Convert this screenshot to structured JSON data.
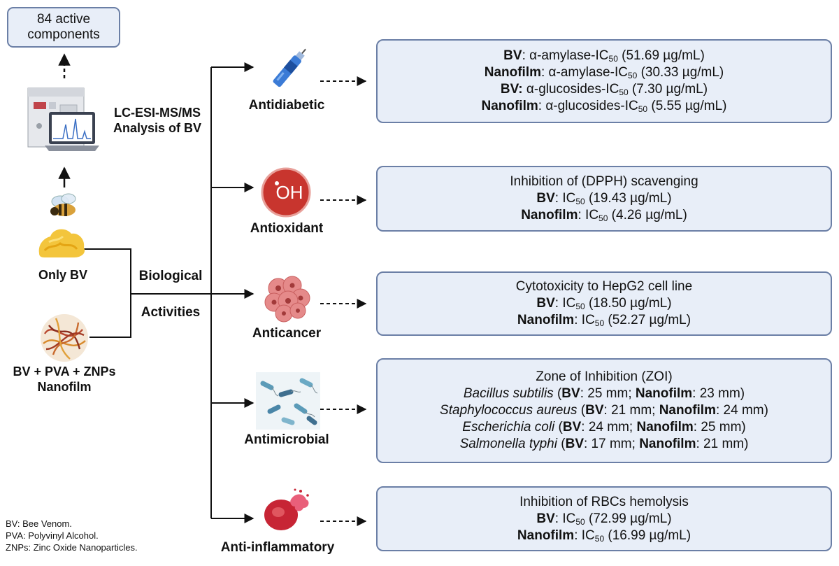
{
  "components_box": "84 active components",
  "analysis_label": "LC-ESI-MS/MS Analysis of BV",
  "samples": {
    "only_bv": "Only BV",
    "nanofilm_line1": "BV + PVA + ZNPs",
    "nanofilm_line2": "Nanofilm"
  },
  "branch_label": {
    "line1": "Biological",
    "line2": "Activities"
  },
  "activities": [
    {
      "label": "Antidiabetic",
      "icon": "insulin-pen-icon",
      "lines": [
        [
          {
            "t": "BV",
            "s": "b"
          },
          {
            "t": ": α-amylase-IC"
          },
          {
            "t": "50",
            "s": "sub"
          },
          {
            "t": " (51.69 µg/mL)"
          }
        ],
        [
          {
            "t": "Nanofilm",
            "s": "b"
          },
          {
            "t": ": α-amylase-IC"
          },
          {
            "t": "50",
            "s": "sub"
          },
          {
            "t": " (30.33 µg/mL)"
          }
        ],
        [
          {
            "t": "BV:",
            "s": "b"
          },
          {
            "t": " α-glucosides-IC"
          },
          {
            "t": "50",
            "s": "sub"
          },
          {
            "t": " (7.30 µg/mL)"
          }
        ],
        [
          {
            "t": "Nanofilm",
            "s": "b"
          },
          {
            "t": ": α-glucosides-IC"
          },
          {
            "t": "50",
            "s": "sub"
          },
          {
            "t": " (5.55 µg/mL)"
          }
        ]
      ]
    },
    {
      "label": "Antioxidant",
      "icon": "hydroxyl-radical-icon",
      "icon_text": "OH",
      "lines": [
        [
          {
            "t": "Inhibition of (DPPH) scavenging"
          }
        ],
        [
          {
            "t": "BV",
            "s": "b"
          },
          {
            "t": ": IC"
          },
          {
            "t": "50",
            "s": "sub"
          },
          {
            "t": " (19.43 µg/mL)"
          }
        ],
        [
          {
            "t": "Nanofilm",
            "s": "b"
          },
          {
            "t": ": IC"
          },
          {
            "t": "50",
            "s": "sub"
          },
          {
            "t": " (4.26 µg/mL)"
          }
        ]
      ]
    },
    {
      "label": "Anticancer",
      "icon": "cancer-cell-cluster-icon",
      "lines": [
        [
          {
            "t": "Cytotoxicity to HepG2 cell line"
          }
        ],
        [
          {
            "t": "BV",
            "s": "b"
          },
          {
            "t": ": IC"
          },
          {
            "t": "50",
            "s": "sub"
          },
          {
            "t": " (18.50 µg/mL)"
          }
        ],
        [
          {
            "t": "Nanofilm",
            "s": "b"
          },
          {
            "t": ": IC"
          },
          {
            "t": "50",
            "s": "sub"
          },
          {
            "t": " (52.27 µg/mL)"
          }
        ]
      ]
    },
    {
      "label": "Antimicrobial",
      "icon": "bacteria-icon",
      "lines": [
        [
          {
            "t": "Zone of Inhibition (ZOI)"
          }
        ],
        [
          {
            "t": "Bacillus subtilis",
            "s": "i"
          },
          {
            "t": " ("
          },
          {
            "t": "BV",
            "s": "b"
          },
          {
            "t": ": 25 mm; "
          },
          {
            "t": "Nanofilm",
            "s": "b"
          },
          {
            "t": ": 23 mm)"
          }
        ],
        [
          {
            "t": "Staphylococcus aureus",
            "s": "i"
          },
          {
            "t": " ("
          },
          {
            "t": "BV",
            "s": "b"
          },
          {
            "t": ": 21 mm; "
          },
          {
            "t": "Nanofilm",
            "s": "b"
          },
          {
            "t": ": 24 mm)"
          }
        ],
        [
          {
            "t": "Escherichia coli",
            "s": "i"
          },
          {
            "t": " ("
          },
          {
            "t": "BV",
            "s": "b"
          },
          {
            "t": ": 24 mm; "
          },
          {
            "t": "Nanofilm",
            "s": "b"
          },
          {
            "t": ": 25 mm)"
          }
        ],
        [
          {
            "t": "Salmonella typhi",
            "s": "i"
          },
          {
            "t": " ("
          },
          {
            "t": "BV",
            "s": "b"
          },
          {
            "t": ": 17 mm; "
          },
          {
            "t": "Nanofilm",
            "s": "b"
          },
          {
            "t": ": 21 mm)"
          }
        ]
      ]
    },
    {
      "label": "Anti-inflammatory",
      "icon": "red-blood-cell-icon",
      "lines": [
        [
          {
            "t": "Inhibition of RBCs hemolysis"
          }
        ],
        [
          {
            "t": "BV",
            "s": "b"
          },
          {
            "t": ": IC"
          },
          {
            "t": "50",
            "s": "sub"
          },
          {
            "t": " (72.99 µg/mL)"
          }
        ],
        [
          {
            "t": "Nanofilm",
            "s": "b"
          },
          {
            "t": ": IC"
          },
          {
            "t": "50",
            "s": "sub"
          },
          {
            "t": " (16.99 µg/mL)"
          }
        ]
      ]
    }
  ],
  "footnotes": [
    "BV: Bee Venom.",
    "PVA: Polyvinyl Alcohol.",
    "ZNPs: Zinc Oxide Nanoparticles."
  ],
  "icons": [
    "instrument-icon",
    "laptop-chromatogram-icon",
    "bee-icon",
    "bee-venom-powder-icon",
    "nanofilm-fiber-icon"
  ],
  "colors": {
    "box_fill": "#e8eef8",
    "box_border": "#6b7fa6",
    "antioxidant_red": "#c8352e",
    "cancer_pink": "#e58a8a"
  }
}
